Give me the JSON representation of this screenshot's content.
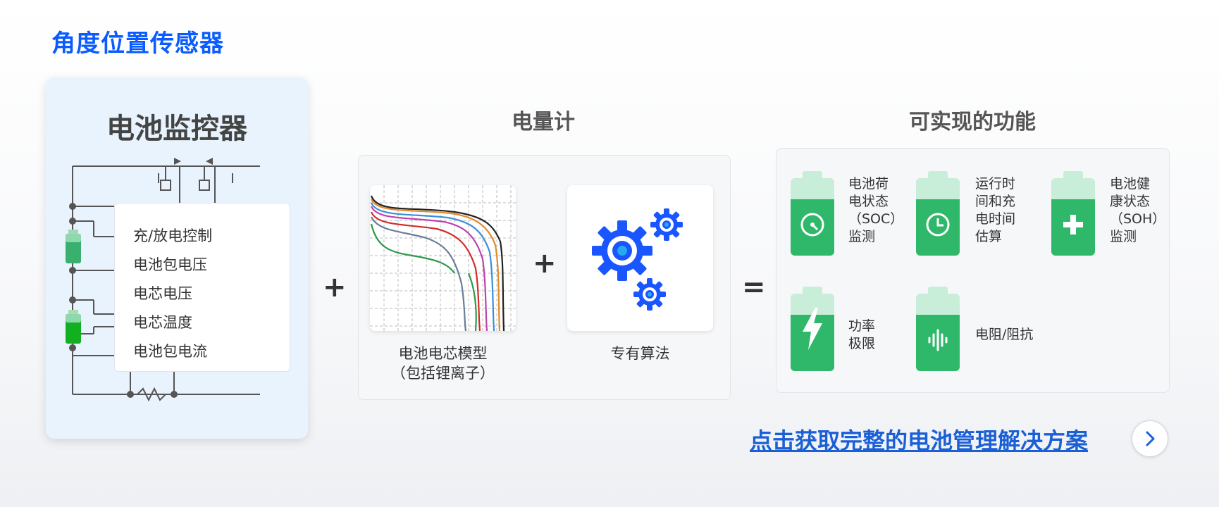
{
  "page": {
    "title": "角度位置传感器"
  },
  "monitor": {
    "title": "电池监控器",
    "items": [
      "充/放电控制",
      "电池包电压",
      "电芯电压",
      "电芯温度",
      "电池包电流"
    ]
  },
  "gauge": {
    "title": "电量计",
    "model_caption_line1": "电池电芯模型",
    "model_caption_line2": "（包括锂离子）",
    "algo_caption": "专有算法"
  },
  "functions": {
    "title": "可实现的功能",
    "items": [
      {
        "label_lines": [
          "电池荷",
          "电状态",
          "（SOC）",
          "监测"
        ],
        "icon": "gauge-icon"
      },
      {
        "label_lines": [
          "运行时",
          "间和充",
          "电时间",
          "估算"
        ],
        "icon": "clock-icon"
      },
      {
        "label_lines": [
          "电池健",
          "康状态",
          "（SOH）",
          "监测"
        ],
        "icon": "plus-icon"
      },
      {
        "label_lines": [
          "功率",
          "极限"
        ],
        "icon": "lightning-icon"
      },
      {
        "label_lines": [
          "电阻/阻抗"
        ],
        "icon": "waveform-icon"
      }
    ]
  },
  "operators": {
    "plus": "+",
    "equals": "="
  },
  "cta": {
    "label": "点击获取完整的电池管理解决方案"
  },
  "colors": {
    "accent_blue": "#0a5cff",
    "battery_green": "#2fb86a",
    "gear_blue": "#1a56ff"
  }
}
